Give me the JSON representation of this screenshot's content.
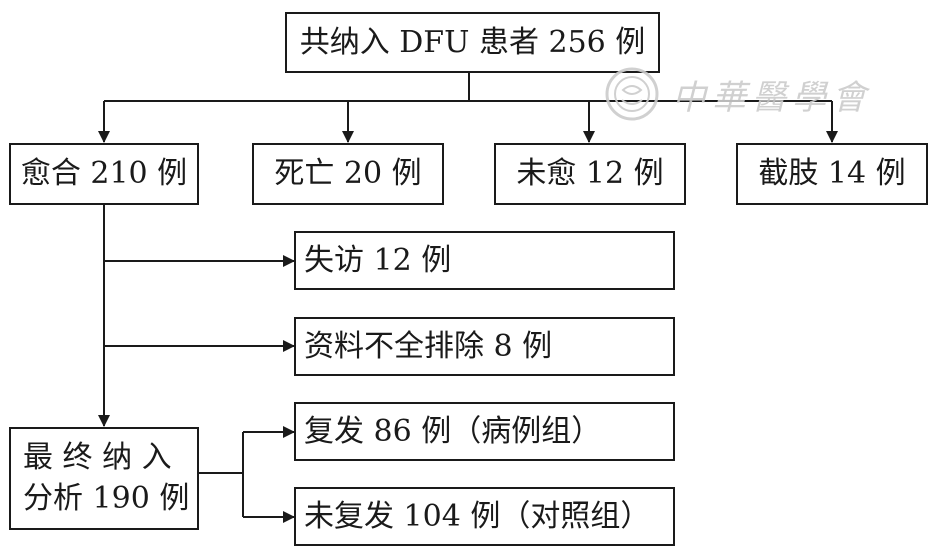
{
  "nodes": {
    "total": "共纳入 DFU 患者 256 例",
    "healed": "愈合 210 例",
    "death": "死亡 20 例",
    "unhealed": "未愈 12 例",
    "amputation": "截肢 14 例",
    "lost_followup": "失访 12 例",
    "incomplete_data": "资料不全排除 8 例",
    "final_line1": "最 终 纳 入",
    "final_line2": "分析 190 例",
    "recurrence": "复发 86 例（病例组）",
    "no_recurrence": "未复发 104 例（对照组）"
  },
  "watermark": {
    "text": "中華醫學會",
    "seal_icon": "seal-icon",
    "color": "#cccccc"
  },
  "colors": {
    "line": "#1a1a1a",
    "border": "#1a1a1a",
    "background": "#ffffff"
  }
}
